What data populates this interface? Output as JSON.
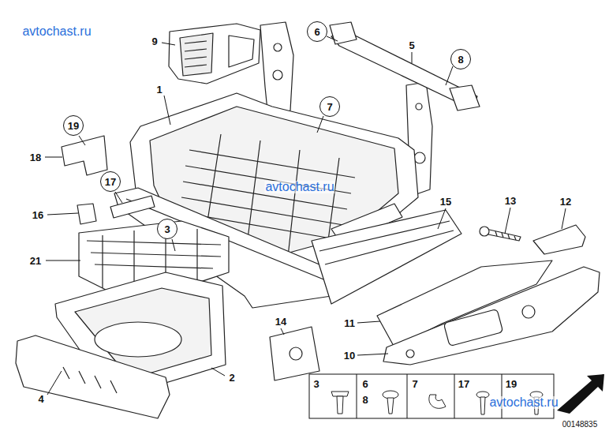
{
  "diagram": {
    "nodes": [
      {
        "text": [
          "6"
        ]
      },
      {
        "text": [
          "8"
        ]
      },
      {
        "text": [
          "7"
        ]
      },
      {
        "text": [
          "19"
        ]
      },
      {
        "text": [
          "17"
        ]
      },
      {
        "text": [
          "3"
        ]
      }
    ],
    "labels": [
      "avtochast.ru",
      "9",
      "5",
      "1",
      "18",
      "16",
      "21",
      "15",
      "13",
      "12",
      "avtochast.ru",
      "14",
      "11",
      "10",
      "4",
      "2",
      "3",
      "6",
      "8",
      "7",
      "17",
      "19",
      "avtochast.ru",
      "00148835"
    ]
  }
}
